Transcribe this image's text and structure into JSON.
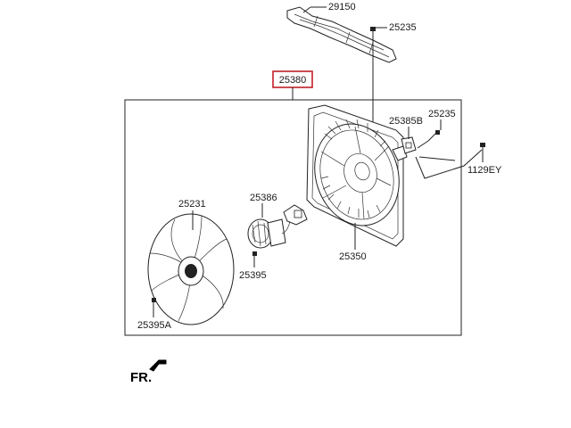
{
  "diagram": {
    "assembly_code": "25380",
    "labels": {
      "air_guard": "29150",
      "bolt_top": "25235",
      "bolt_right": "25235",
      "resistor": "25385B",
      "bolt_1129": "1129EY",
      "fan": "25231",
      "motor": "25386",
      "shroud": "25350",
      "screw_motor": "25395",
      "screw_fan": "25395A"
    },
    "front_indicator": "FR."
  },
  "colors": {
    "assembly_box": "#c0202a",
    "line": "#222222"
  }
}
